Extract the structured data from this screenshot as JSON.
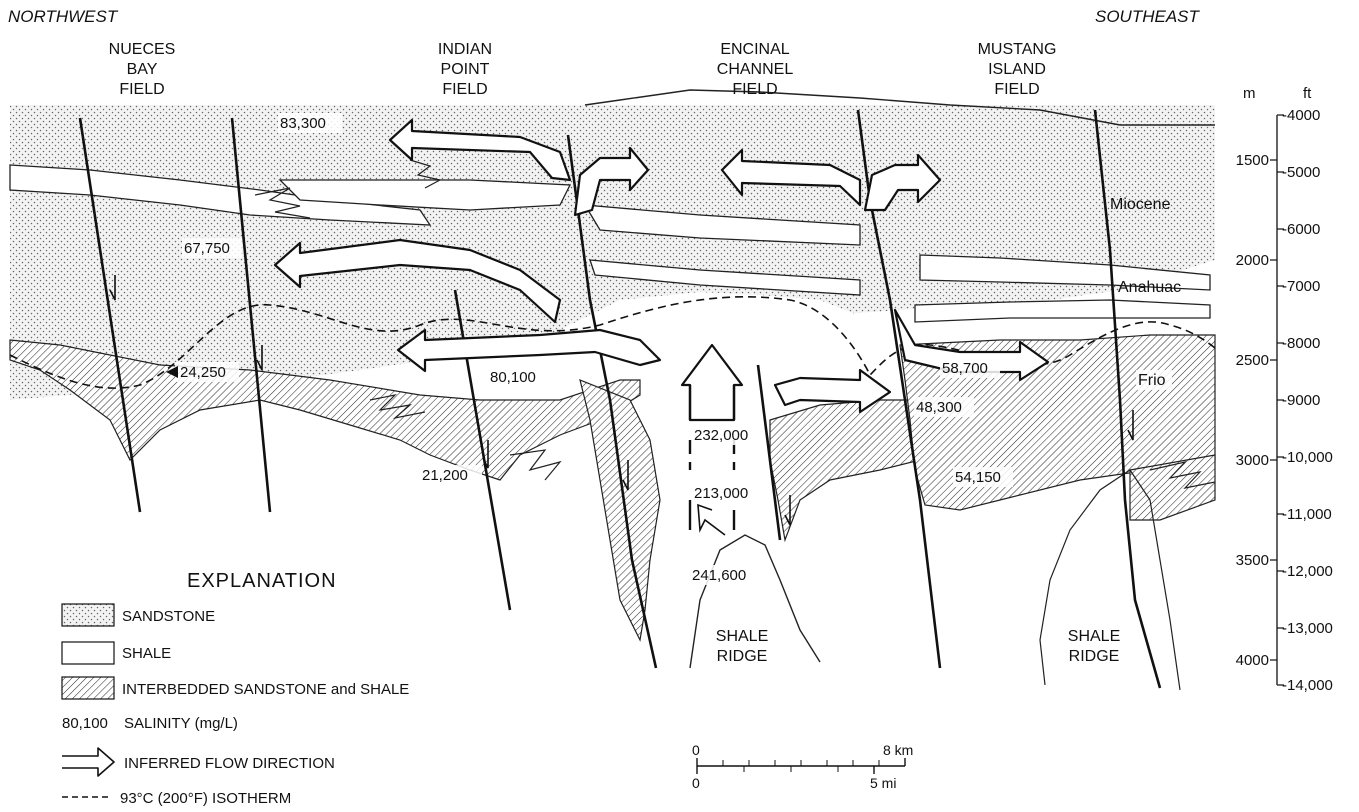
{
  "compass": {
    "left": "NORTHWEST",
    "right": "SOUTHEAST"
  },
  "fields": [
    {
      "line1": "NUECES",
      "line2": "BAY",
      "line3": "FIELD"
    },
    {
      "line1": "INDIAN",
      "line2": "POINT",
      "line3": "FIELD"
    },
    {
      "line1": "ENCINAL",
      "line2": "CHANNEL",
      "line3": "FIELD"
    },
    {
      "line1": "MUSTANG",
      "line2": "ISLAND",
      "line3": "FIELD"
    }
  ],
  "salinities": [
    "83,300",
    "67,750",
    "24,250",
    "80,100",
    "21,200",
    "232,000",
    "213,000",
    "241,600",
    "58,700",
    "48,300",
    "54,150"
  ],
  "formations": [
    "Miocene",
    "Anahuac",
    "Frio"
  ],
  "ridges": [
    {
      "line1": "SHALE",
      "line2": "RIDGE"
    },
    {
      "line1": "SHALE",
      "line2": "RIDGE"
    }
  ],
  "depth_axis": {
    "m_label": "m",
    "ft_label": "ft",
    "meters": [
      "1500",
      "2000",
      "2500",
      "3000",
      "3500",
      "4000"
    ],
    "feet": [
      "4000",
      "5000",
      "6000",
      "7000",
      "8000",
      "9000",
      "10,000",
      "11,000",
      "12,000",
      "13,000",
      "14,000"
    ]
  },
  "explanation": {
    "title": "EXPLANATION",
    "sandstone": "SANDSTONE",
    "shale": "SHALE",
    "interbedded": "INTERBEDDED  SANDSTONE and SHALE",
    "salinity_sample": "80,100",
    "salinity": "SALINITY (mg/L)",
    "flow": "INFERRED FLOW DIRECTION",
    "isotherm": "93°C (200°F)  ISOTHERM"
  },
  "scale_bar": {
    "zero_top": "0",
    "km": "8 km",
    "zero_bottom": "0",
    "mi": "5 mi"
  }
}
